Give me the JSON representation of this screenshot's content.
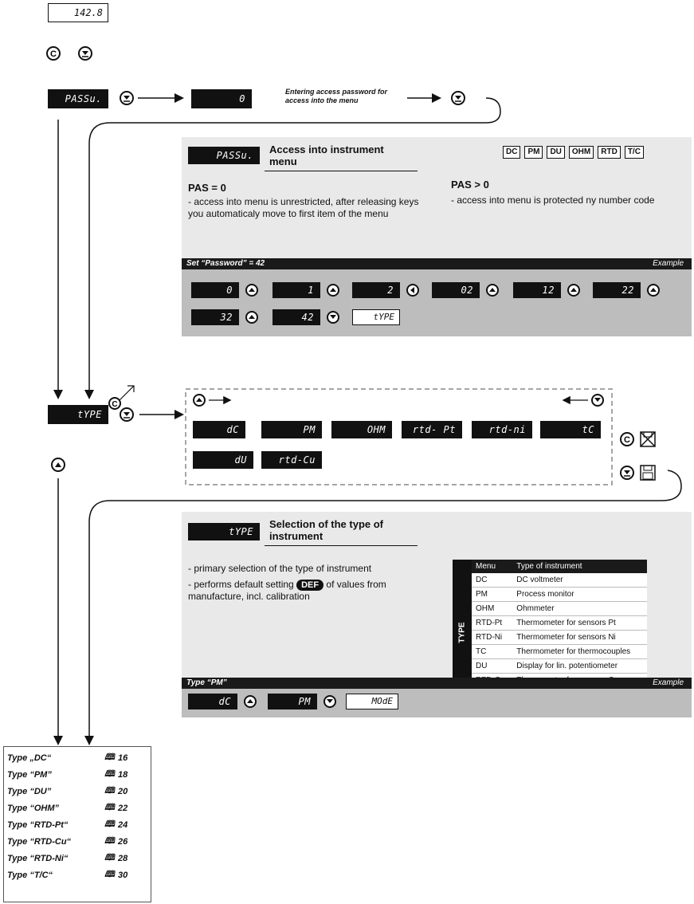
{
  "top_display": "142.8",
  "pass_display": "PASSu.",
  "zero_display": "0",
  "access_note": "Entering access password for access into the menu",
  "access_panel": {
    "display": "PASSu.",
    "title": "Access into instrument menu",
    "types": [
      "DC",
      "PM",
      "DU",
      "OHM",
      "RTD",
      "T/C"
    ],
    "left_head": "PAS = 0",
    "left_text": "- access into menu is unrestricted, after releasing keys you automaticaly move to first item of the menu",
    "right_head": "PAS > 0",
    "right_text": "- access into menu is protected ny number code",
    "bar_left": "Set “Password” = 42",
    "bar_right": "Example",
    "seq_row1": [
      "0",
      "1",
      "2",
      "02",
      "12",
      "22"
    ],
    "seq_row2": [
      "32",
      "42"
    ],
    "seq_end": "tYPE"
  },
  "type_display": "tYPE",
  "type_options_row1": [
    "dC",
    "PM",
    "OHM",
    "rtd- Pt",
    "rtd-ni",
    "tC"
  ],
  "type_options_row2": [
    "dU",
    "rtd-Cu"
  ],
  "type_panel": {
    "display": "tYPE",
    "title": "Selection of the type of instrument",
    "bullet1": "- primary selection of the type of instrument",
    "bullet2_a": "- performs default setting",
    "def_badge": "DEF",
    "bullet2_b": "of values from manufacture, incl. calibration",
    "table_side_label": "TYPE",
    "table_headers": [
      "Menu",
      "Type of instrument"
    ],
    "table_rows": [
      [
        "DC",
        "DC voltmeter"
      ],
      [
        "PM",
        "Process monitor"
      ],
      [
        "OHM",
        "Ohmmeter"
      ],
      [
        "RTD-Pt",
        "Thermometer for sensors Pt"
      ],
      [
        "RTD-Ni",
        "Thermometer for sensors Ni"
      ],
      [
        "TC",
        "Thermometer for thermocouples"
      ],
      [
        "DU",
        "Display for lin. potentiometer"
      ],
      [
        "RTD-Cu",
        "Thermometer for sensors Cu"
      ]
    ],
    "bar_left": "Type “PM”",
    "bar_right": "Example",
    "ex_from": "dC",
    "ex_to": "PM",
    "ex_end": "MOdE"
  },
  "refs": [
    [
      "Type „DC“",
      "16"
    ],
    [
      "Type “PM”",
      "18"
    ],
    [
      "Type “DU”",
      "20"
    ],
    [
      "Type “OHM”",
      "22"
    ],
    [
      "Type “RTD-Pt“",
      "24"
    ],
    [
      "Type “RTD-Cu“",
      "26"
    ],
    [
      "Type “RTD-Ni“",
      "28"
    ],
    [
      "Type “T/C“",
      "30"
    ]
  ]
}
